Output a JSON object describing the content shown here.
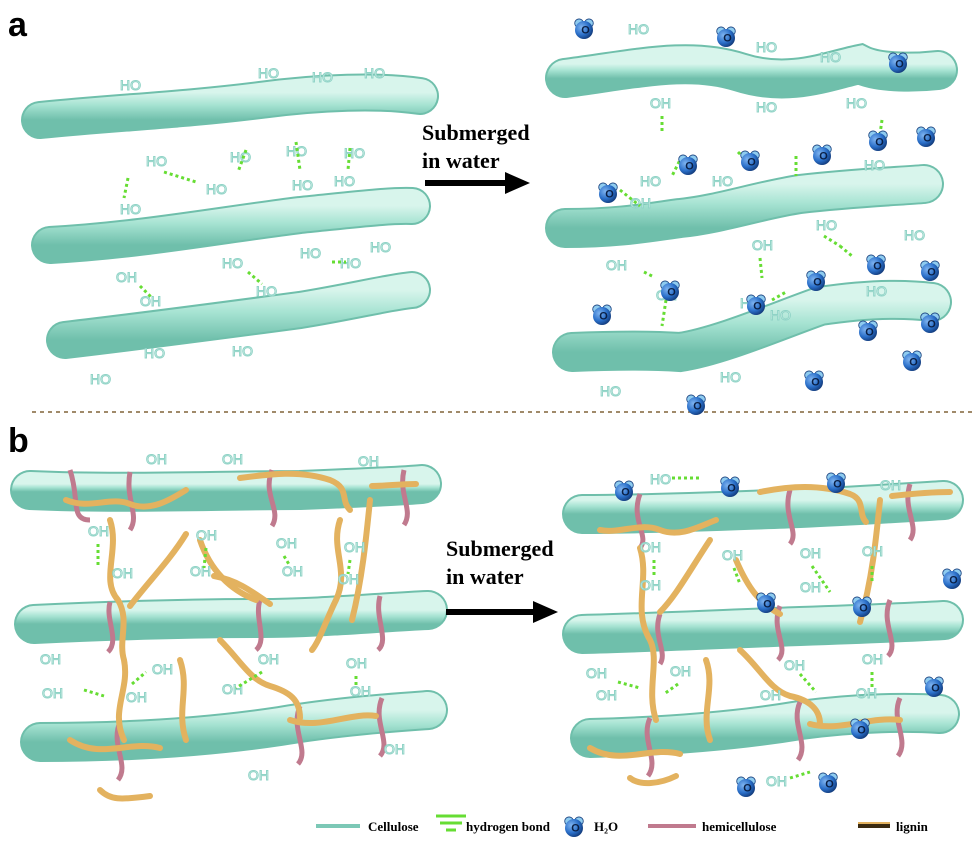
{
  "panels": {
    "a": {
      "label": "a",
      "arrow_text_1": "Submerged",
      "arrow_text_2": "in water"
    },
    "b": {
      "label": "b",
      "arrow_text_1": "Submerged",
      "arrow_text_2": "in water"
    }
  },
  "group_labels": {
    "ho": "HO",
    "oh": "OH"
  },
  "water": {
    "o": "O",
    "h": "H"
  },
  "legend": {
    "cellulose": "Cellulose",
    "hydrogen_bond": "hydrogen bond",
    "h2o": "H₂O",
    "hemicellulose": "hemicellulose",
    "lignin": "lignin"
  },
  "colors": {
    "cellulose": "#a6e3d2",
    "cellulose_edge": "#7cc8b6",
    "hydrogen_bond": "#66dd33",
    "water": "#2a6fc9",
    "hemicellulose": "#c07a8e",
    "lignin": "#e3b25f",
    "divider": "#a08a6a"
  }
}
